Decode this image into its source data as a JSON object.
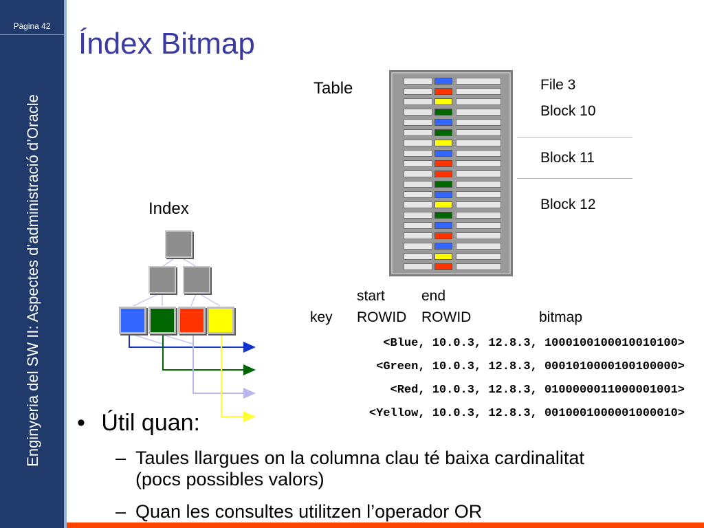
{
  "sidebar": {
    "page_number": "Pàgina 42",
    "vertical_title": "Enginyeria del SW II: Aspectes d’administració d’Oracle"
  },
  "title": "Índex Bitmap",
  "diagram": {
    "table_label": "Table",
    "index_label": "Index",
    "blocks": {
      "file": "File 3",
      "block10": "Block 10",
      "block11": "Block 11",
      "block12": "Block 12"
    },
    "table_rows": [
      "blue",
      "red",
      "yellow",
      "green",
      "blue",
      "green",
      "yellow",
      "blue",
      "red",
      "red",
      "green",
      "blue",
      "yellow",
      "green",
      "blue",
      "red",
      "blue",
      "yellow",
      "red"
    ],
    "colors": {
      "blue": "#3366ff",
      "green": "#006600",
      "red": "#ff3300",
      "yellow": "#ffff00",
      "light": "#c8c8f0"
    },
    "headers": {
      "start": "start",
      "end": "end",
      "key": "key",
      "start_rowid": "ROWID",
      "end_rowid": "ROWID",
      "bitmap": "bitmap"
    },
    "entries": [
      {
        "key": "Blue",
        "line": "<Blue, 10.0.3, 12.8.3, 1000100100010010100>"
      },
      {
        "key": "Green",
        "line": "<Green, 10.0.3, 12.8.3, 0001010000100100000>"
      },
      {
        "key": "Red",
        "line": "<Red, 10.0.3, 12.8.3, 0100000011000001001>"
      },
      {
        "key": "Yellow",
        "line": "<Yellow, 10.0.3, 12.8.3, 0010001000001000010>"
      }
    ]
  },
  "bullets": {
    "main": "Útil quan:",
    "dash": "–",
    "items": [
      "Taules llargues on la columna clau té baixa cardinalitat (pocs possibles valors)",
      "Quan les consultes utilitzen l’operador OR"
    ]
  }
}
